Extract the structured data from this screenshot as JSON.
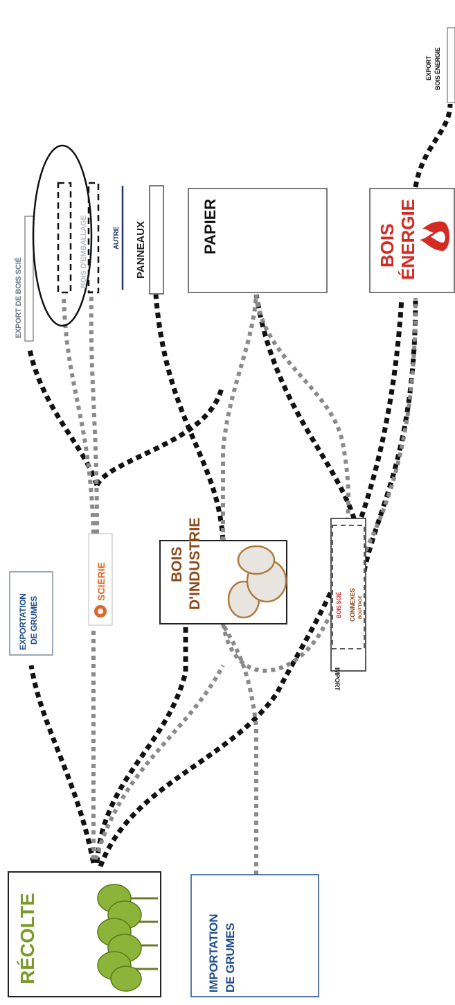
{
  "nodes": {
    "recolte": "RÉCOLTE",
    "importation_de_grumes": [
      "IMPORTATION",
      "DE GRUMES"
    ],
    "exportation_de_grumes": [
      "EXPORTATION",
      "DE GRUMES"
    ],
    "scierie": "SCIERIE",
    "bois_d_industrie": [
      "BOIS",
      "D'INDUSTRIE"
    ],
    "import": {
      "title": "IMPORT",
      "items": [
        "BOIS SCIÉ",
        "CONNEXES",
        "BOUTTAGE"
      ]
    },
    "export_de_bois_scie": "EXPORT DE BOIS SCIÉ",
    "bois_d_emballage": "BOIS D'EMBALLAGE",
    "autre": "AUTRE",
    "panneaux": "PANNEAUX",
    "papier": "PAPIER",
    "bois_energie": [
      "BOIS",
      "ÉNERGIE"
    ],
    "export_bois_energie": [
      "EXPORT",
      "BOIS ÉNERGIE"
    ]
  },
  "colors": {
    "recolte_text": "#7a9a2a",
    "tree_fill": "#8cb33a",
    "blue_text": "#1f4e8c",
    "scierie_text": "#e0672a",
    "bois_industrie_text": "#8b4a1c",
    "bois_energie_text": "#d42a24",
    "dark_flow": "#111111",
    "grey_flow": "#8a8a8a",
    "grey_text": "#6e7a85",
    "navy_line": "#23346b"
  }
}
